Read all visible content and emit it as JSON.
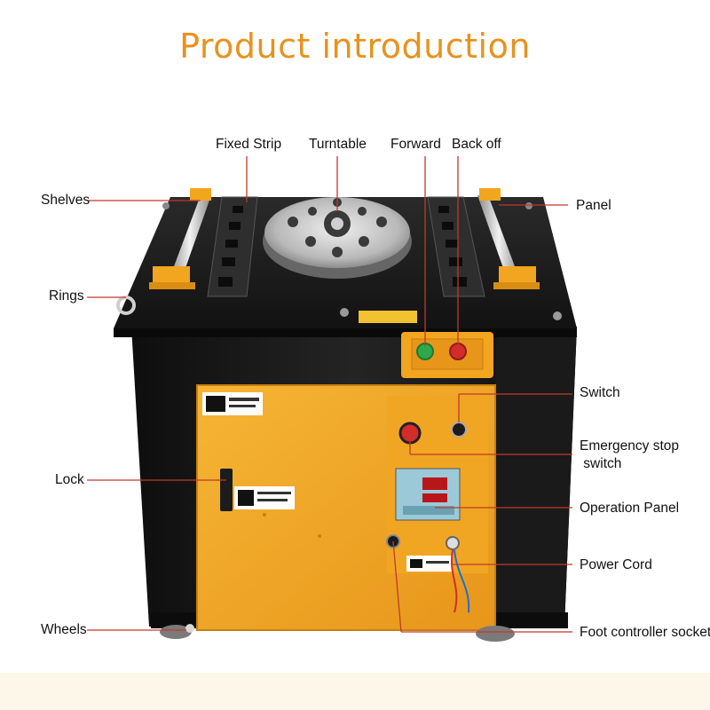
{
  "title": "Product introduction",
  "labels": {
    "fixed_strip": "Fixed Strip",
    "turntable": "Turntable",
    "forward": "Forward",
    "back_off": "Back off",
    "shelves": "Shelves",
    "panel": "Panel",
    "rings": "Rings",
    "switch": "Switch",
    "emergency_stop_1": "Emergency stop",
    "emergency_stop_2": " switch",
    "lock": "Lock",
    "operation_panel": "Operation Panel",
    "power_cord": "Power Cord",
    "wheels": "Wheels",
    "foot_controller_socket": "Foot controller socket"
  },
  "colors": {
    "title": "#e8921f",
    "leader_line": "#c0392b",
    "machine_body": "#1c1c1c",
    "door": "#f2a51e",
    "forward_button": "#2ea84a",
    "back_off_button": "#d42b2b"
  }
}
